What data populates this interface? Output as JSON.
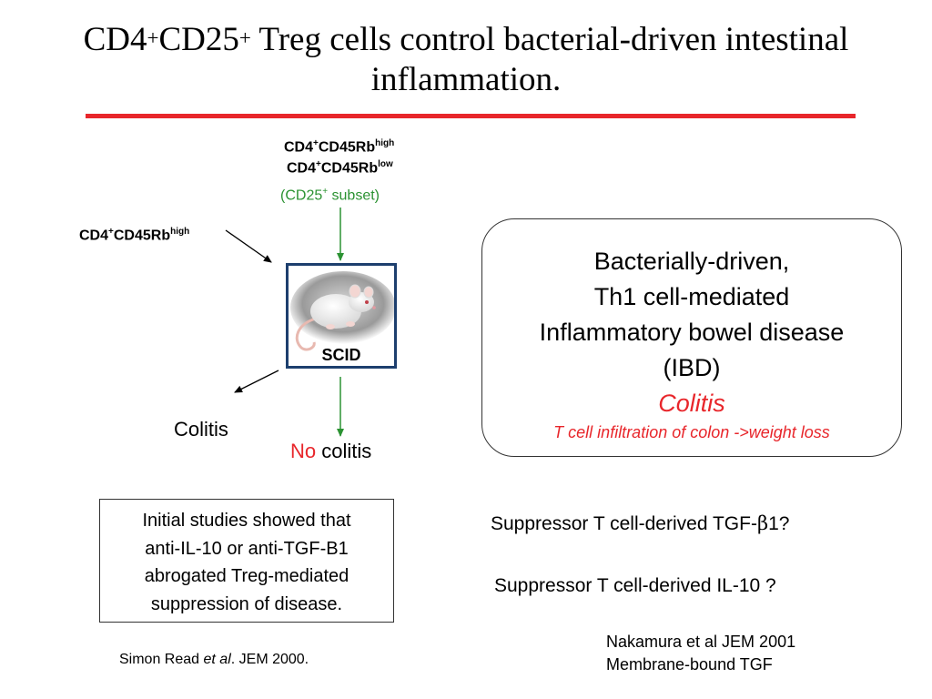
{
  "title": {
    "p1": "CD4",
    "s1": "+",
    "p2": "CD25",
    "s2": "+",
    "p3": " Treg cells control bacterial-driven intestinal",
    "line2": "inflammation."
  },
  "colors": {
    "title_rule": "#e8262b",
    "green": "#2b9232",
    "red": "#e8262b",
    "frame": "#1d3f6e"
  },
  "diagram": {
    "donor_top": {
      "line1": {
        "a": "CD4",
        "a_sup": "+",
        "b": "CD45Rb",
        "b_sup": "high"
      },
      "line2": {
        "a": "CD4",
        "a_sup": "+",
        "b": "CD45Rb",
        "b_sup": "low"
      },
      "subset": {
        "a": "(CD25",
        "a_sup": "+",
        "b": " subset)"
      }
    },
    "donor_left": {
      "a": "CD4",
      "a_sup": "+",
      "b": "CD45Rb",
      "b_sup": "high"
    },
    "mouse": {
      "label": "SCID",
      "icon": "white-mouse-icon"
    },
    "outcome_left": "Colitis",
    "outcome_bottom": {
      "no": "No",
      "rest": " colitis"
    }
  },
  "ibd_box": {
    "line1": "Bacterially-driven,",
    "line2": "Th1 cell-mediated",
    "line3": "Inflammatory bowel disease",
    "line4": "(IBD)",
    "colitis": "Colitis",
    "note": "T cell infiltration of colon ->weight loss"
  },
  "initial_box": {
    "line1": "Initial studies showed that",
    "line2": "anti-IL-10 or anti-TGF-B1",
    "line3": "abrogated Treg-mediated",
    "line4": "suppression of disease."
  },
  "questions": {
    "q1_a": "Suppressor T cell-derived TGF-",
    "q1_beta": "β",
    "q1_b": "1?",
    "q2": "Suppressor T cell-derived IL-10 ?"
  },
  "references": {
    "simon_a": "Simon Read ",
    "simon_et": "et al",
    "simon_b": ". JEM 2000.",
    "nakamura_1": "Nakamura et al JEM 2001",
    "nakamura_2": "Membrane-bound TGF"
  }
}
